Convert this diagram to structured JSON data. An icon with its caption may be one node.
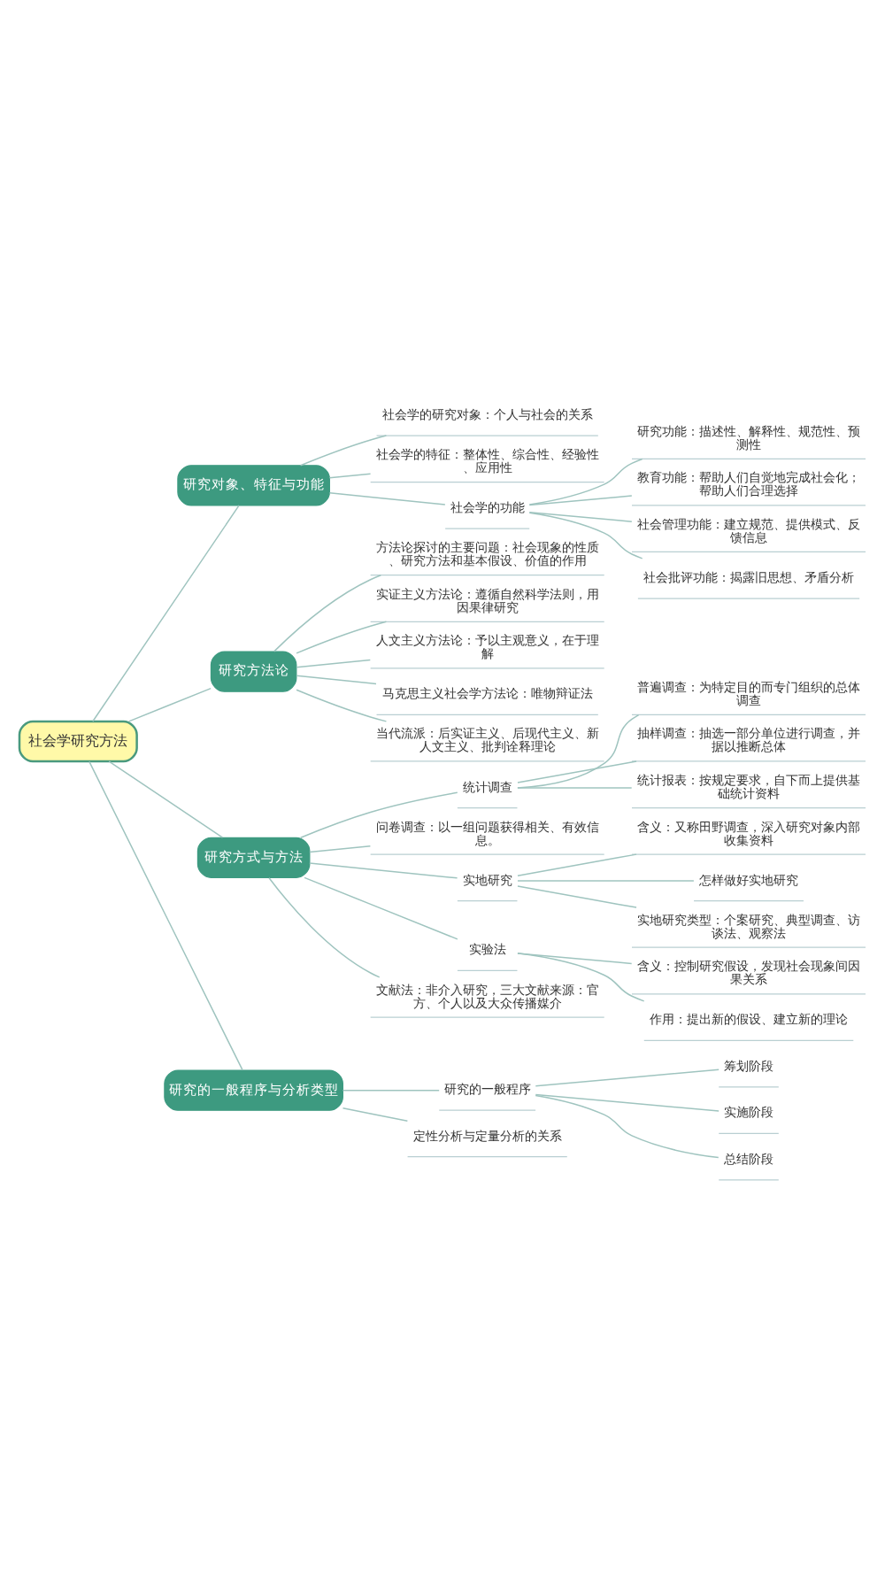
{
  "diagram": {
    "nodes": [
      {
        "text": [
          "社会学研究方法"
        ]
      },
      {
        "text": [
          "研究对象、特征与功能"
        ]
      },
      {
        "text": [
          "社会学的研究对象：个人与社会的关系"
        ]
      },
      {
        "text": [
          "社会学的特征：整体性、综合性、经验性、应用性"
        ]
      },
      {
        "text": [
          "社会学的功能"
        ]
      },
      {
        "text": [
          "研究功能：描述性、解释性、规范性、预测性"
        ]
      },
      {
        "text": [
          "教育功能：帮助人们自觉地完成社会化；帮助人们合理选择"
        ]
      },
      {
        "text": [
          "社会管理功能：建立规范、提供模式、反馈信息"
        ]
      },
      {
        "text": [
          "社会批评功能：揭露旧思想、矛盾分析"
        ]
      },
      {
        "text": [
          "研究方法论"
        ]
      },
      {
        "text": [
          "方法论探讨的主要问题：社会现象的性质、研究方法和基本假设、价值的作用"
        ]
      },
      {
        "text": [
          "实证主义方法论：遵循自然科学法则，用因果律研究"
        ]
      },
      {
        "text": [
          "人文主义方法论：予以主观意义，在于理解"
        ]
      },
      {
        "text": [
          "马克思主义社会学方法论：唯物辩证法"
        ]
      },
      {
        "text": [
          "当代流派：后实证主义、后现代主义、新人文主义、批判诠释理论"
        ]
      },
      {
        "text": [
          "研究方式与方法"
        ]
      },
      {
        "text": [
          "统计调查"
        ]
      },
      {
        "text": [
          "普遍调查：为特定目的而专门组织的总体调查"
        ]
      },
      {
        "text": [
          "抽样调查：抽选一部分单位进行调查，并据以推断总体"
        ]
      },
      {
        "text": [
          "统计报表：按规定要求，自下而上提供基础统计资料"
        ]
      },
      {
        "text": [
          "问卷调查：以一组问题获得相关、有效信息。"
        ]
      },
      {
        "text": [
          "实地研究"
        ]
      },
      {
        "text": [
          "含义：又称田野调查，深入研究对象内部收集资料"
        ]
      },
      {
        "text": [
          "怎样做好实地研究"
        ]
      },
      {
        "text": [
          "实地研究类型：个案研究、典型调查、访谈法、观察法"
        ]
      },
      {
        "text": [
          "实验法"
        ]
      },
      {
        "text": [
          "含义：控制研究假设，发现社会现象间因果关系"
        ]
      },
      {
        "text": [
          "作用：提出新的假设、建立新的理论"
        ]
      },
      {
        "text": [
          "文献法：非介入研究，三大文献来源：官方、个人以及大众传播媒介"
        ]
      },
      {
        "text": [
          "研究的一般程序与分析类型"
        ]
      },
      {
        "text": [
          "研究的一般程序"
        ]
      },
      {
        "text": [
          "筹划阶段"
        ]
      },
      {
        "text": [
          "实施阶段"
        ]
      },
      {
        "text": [
          "总结阶段"
        ]
      },
      {
        "text": [
          "定性分析与定量分析的关系"
        ]
      }
    ],
    "edges": [
      {
        "from": 0,
        "to": 1,
        "arrow": "none"
      },
      {
        "from": 1,
        "to": 2,
        "arrow": "none"
      },
      {
        "from": 1,
        "to": 3,
        "arrow": "none"
      },
      {
        "from": 1,
        "to": 4,
        "arrow": "none"
      },
      {
        "from": 4,
        "to": 5,
        "arrow": "none"
      },
      {
        "from": 4,
        "to": 6,
        "arrow": "none"
      },
      {
        "from": 4,
        "to": 7,
        "arrow": "none"
      },
      {
        "from": 4,
        "to": 8,
        "arrow": "none"
      },
      {
        "from": 0,
        "to": 9,
        "arrow": "none"
      },
      {
        "from": 9,
        "to": 10,
        "arrow": "none"
      },
      {
        "from": 9,
        "to": 11,
        "arrow": "none"
      },
      {
        "from": 9,
        "to": 12,
        "arrow": "none"
      },
      {
        "from": 9,
        "to": 13,
        "arrow": "none"
      },
      {
        "from": 9,
        "to": 14,
        "arrow": "none"
      },
      {
        "from": 0,
        "to": 15,
        "arrow": "none"
      },
      {
        "from": 15,
        "to": 16,
        "arrow": "none"
      },
      {
        "from": 16,
        "to": 17,
        "arrow": "none"
      },
      {
        "from": 16,
        "to": 18,
        "arrow": "none"
      },
      {
        "from": 16,
        "to": 19,
        "arrow": "none"
      },
      {
        "from": 15,
        "to": 20,
        "arrow": "none"
      },
      {
        "from": 15,
        "to": 21,
        "arrow": "none"
      },
      {
        "from": 21,
        "to": 22,
        "arrow": "none"
      },
      {
        "from": 21,
        "to": 23,
        "arrow": "none"
      },
      {
        "from": 21,
        "to": 24,
        "arrow": "none"
      },
      {
        "from": 15,
        "to": 25,
        "arrow": "none"
      },
      {
        "from": 25,
        "to": 26,
        "arrow": "none"
      },
      {
        "from": 25,
        "to": 27,
        "arrow": "none"
      },
      {
        "from": 15,
        "to": 28,
        "arrow": "none"
      },
      {
        "from": 0,
        "to": 29,
        "arrow": "none"
      },
      {
        "from": 29,
        "to": 30,
        "arrow": "none"
      },
      {
        "from": 30,
        "to": 31,
        "arrow": "none"
      },
      {
        "from": 30,
        "to": 32,
        "arrow": "none"
      },
      {
        "from": 30,
        "to": 33,
        "arrow": "none"
      },
      {
        "from": 29,
        "to": 34,
        "arrow": "none"
      }
    ]
  }
}
